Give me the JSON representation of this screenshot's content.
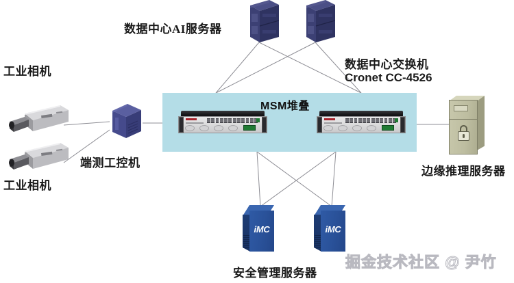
{
  "diagram": {
    "title": "MSM堆叠",
    "background_color": "#ffffff",
    "stack_box_color": "#b4dde7"
  },
  "labels": {
    "datacenter_ai_server": "数据中心AI服务器",
    "datacenter_switch_cn": "数据中心交换机",
    "datacenter_switch_model": "Cronet CC-4526",
    "msm_stack": "MSM堆叠",
    "industrial_camera_top": "工业相机",
    "industrial_camera_bottom": "工业相机",
    "edge_industrial_pc": "端测工控机",
    "edge_inference_server": "边缘推理服务器",
    "security_management_server": "安全管理服务器"
  },
  "nodes": {
    "ai_servers": [
      {
        "id": "ai-server-1",
        "label": "",
        "type": "rack-server"
      },
      {
        "id": "ai-server-2",
        "label": "",
        "type": "rack-server"
      }
    ],
    "switches": [
      {
        "id": "switch-left",
        "model": "Cronet CC-4526"
      },
      {
        "id": "switch-right",
        "model": "Cronet CC-4526"
      }
    ],
    "imc_servers": [
      {
        "id": "imc-server-1",
        "badge": "iMC"
      },
      {
        "id": "imc-server-2",
        "badge": "iMC"
      }
    ],
    "cameras": [
      {
        "id": "camera-1"
      },
      {
        "id": "camera-2"
      }
    ],
    "edge_server": {
      "id": "edge-inference-server",
      "icon": "padlock-icon"
    },
    "industrial_pc": {
      "id": "edge-industrial-pc"
    }
  },
  "watermark": {
    "text": "掘金技术社区 @ 尹竹",
    "color": "#b6b6bd"
  }
}
